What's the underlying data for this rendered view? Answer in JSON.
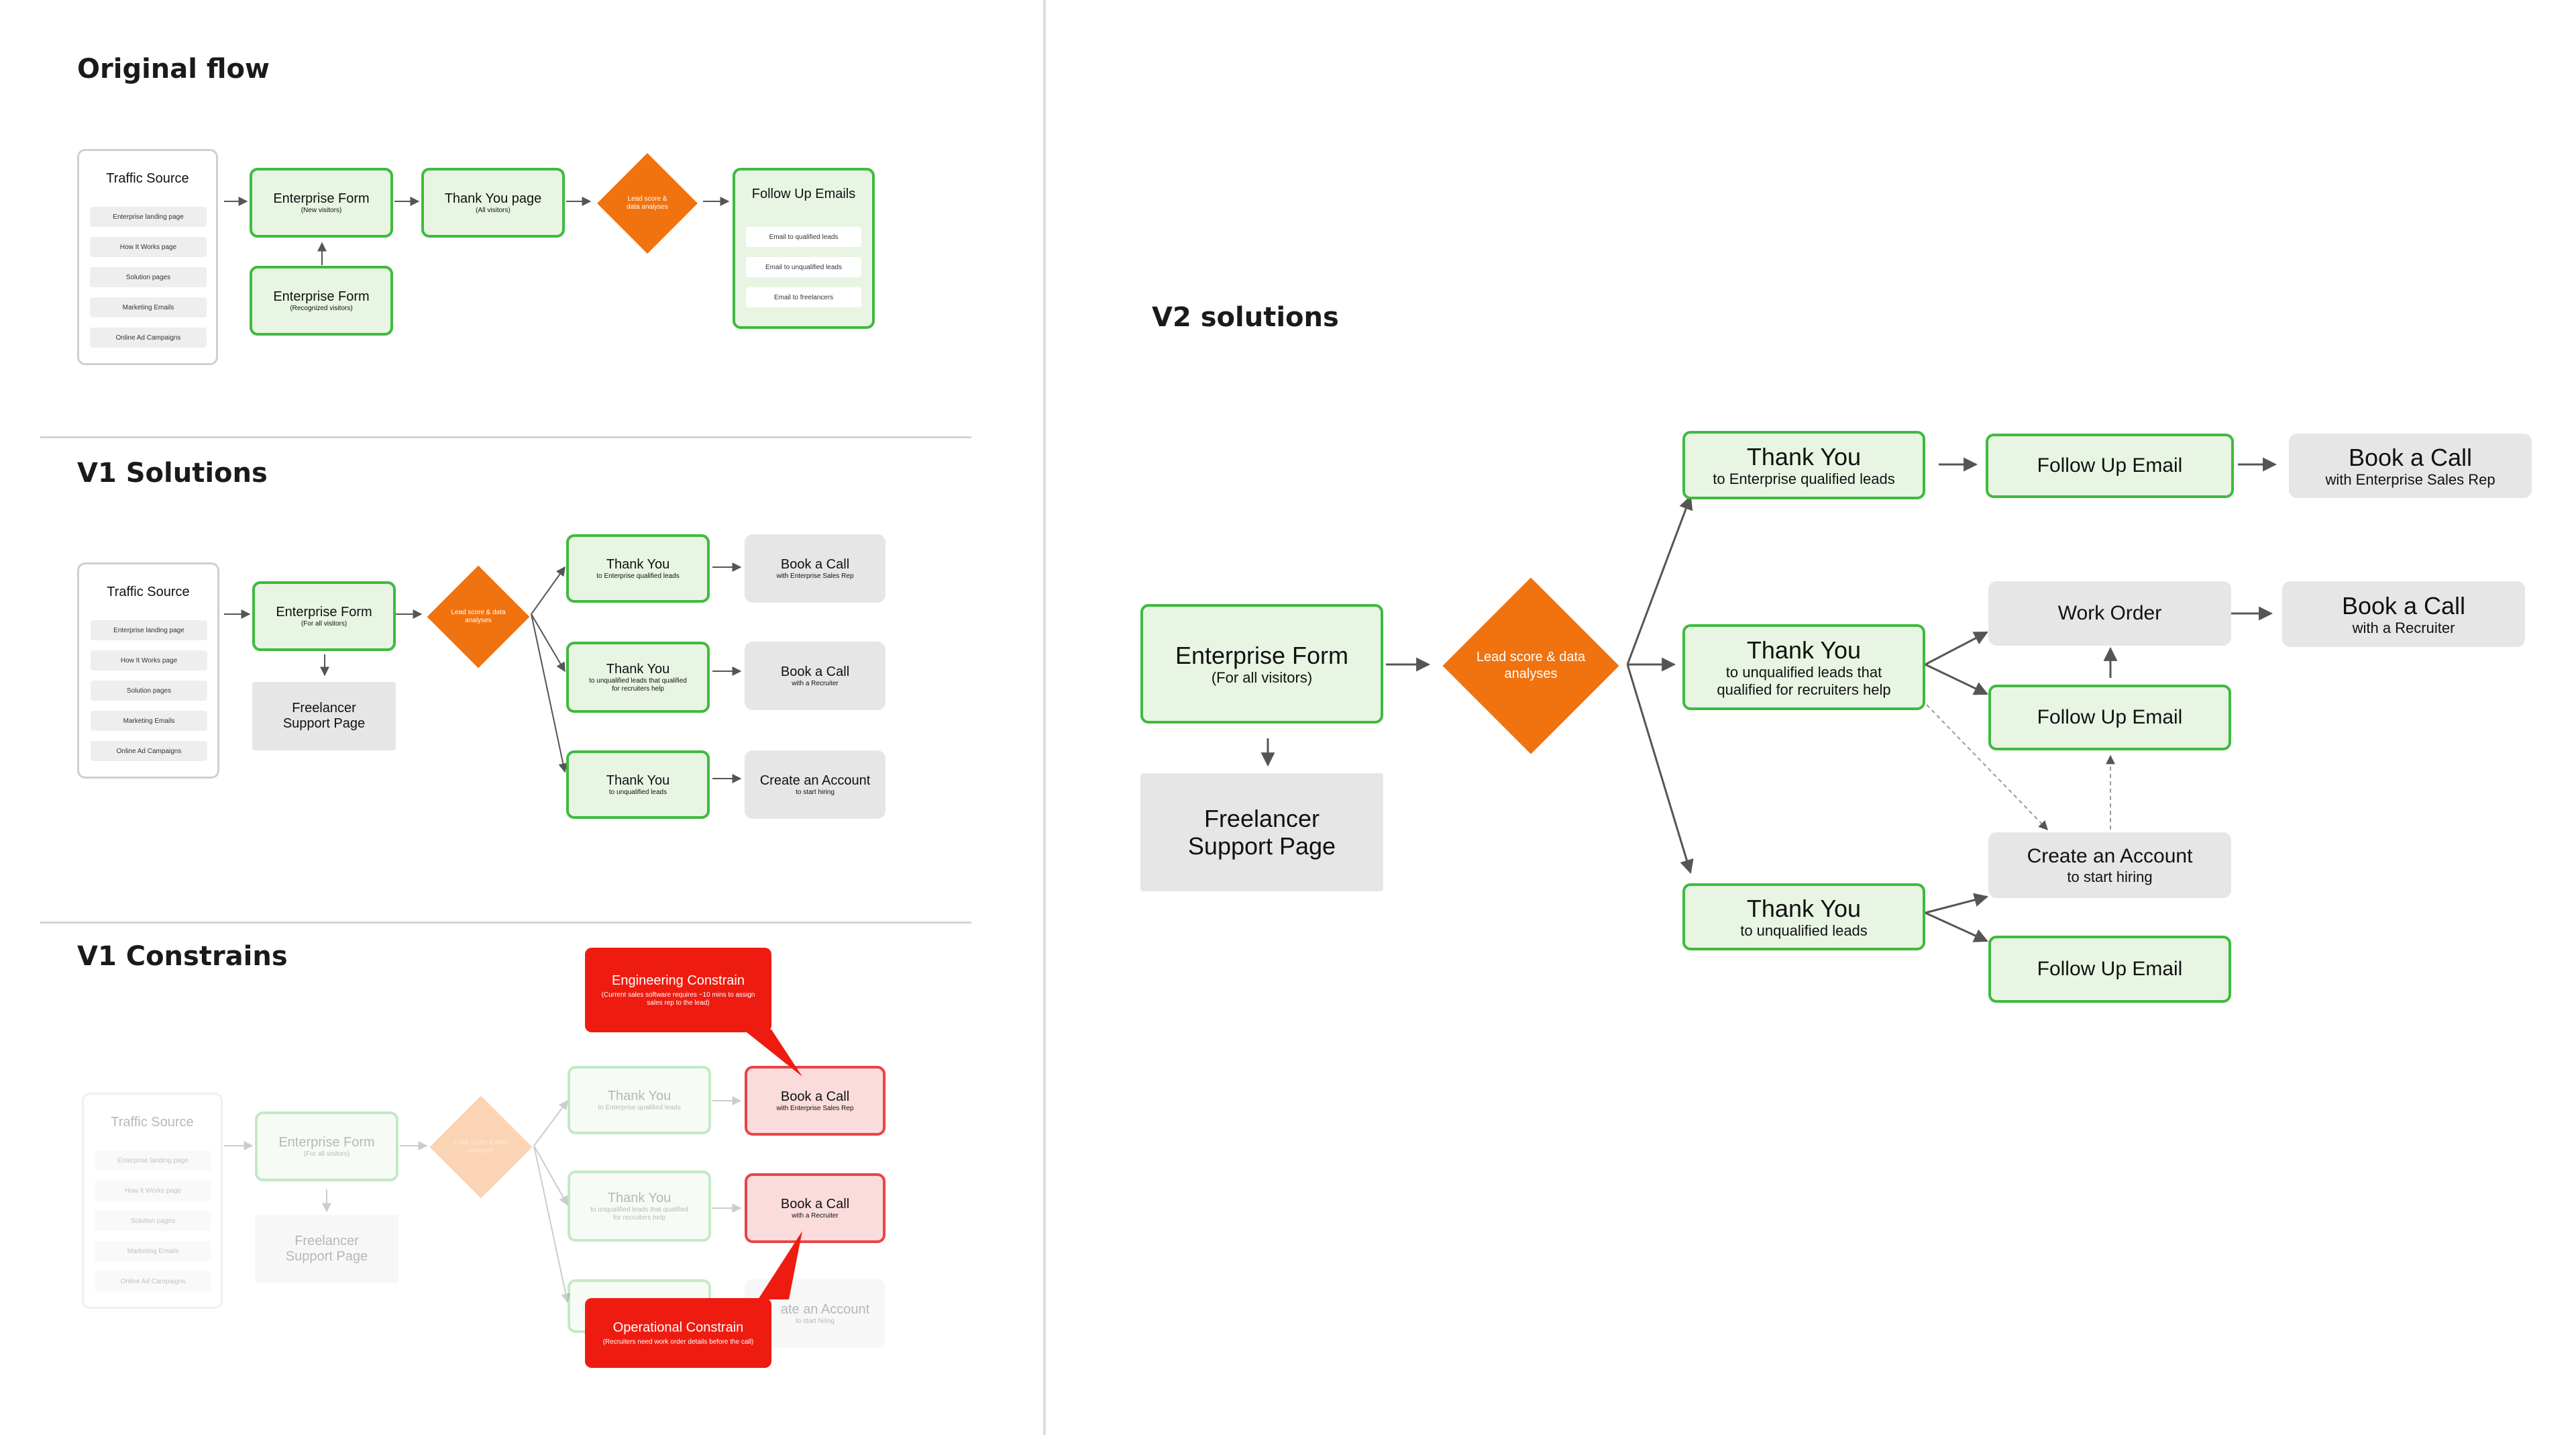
{
  "sections": {
    "original": "Original flow",
    "v1": "V1 Solutions",
    "v1c": "V1 Constrains",
    "v2": "V2 solutions"
  },
  "original": {
    "traffic_title": "Traffic Source",
    "traffic_items": [
      "Enterprise landing page",
      "How It Works page",
      "Solution pages",
      "Marketing Emails",
      "Online Ad Campaigns"
    ],
    "ef_new_title": "Enterprise Form",
    "ef_new_sub": "(New visitors)",
    "ef_rec_title": "Enterprise Form",
    "ef_rec_sub": "(Recognized visitors)",
    "thank_title": "Thank You page",
    "thank_sub": "(All visitors)",
    "diamond": "Lead score & data analyses",
    "emails_title": "Follow Up Emails",
    "email_items": [
      "Email to qualified leads",
      "Email to unqualified leads",
      "Email to freelancers"
    ]
  },
  "v1": {
    "traffic_title": "Traffic Source",
    "traffic_items": [
      "Enterprise landing page",
      "How It Works page",
      "Solution pages",
      "Marketing Emails",
      "Online Ad Campaigns"
    ],
    "ef_title": "Enterprise Form",
    "ef_sub": "(For all visitors)",
    "freelancer": "Freelancer Support Page",
    "diamond": "Lead score & data analyses",
    "ty1_title": "Thank You",
    "ty1_sub": "to Enterprise qualified leads",
    "ty2_title": "Thank You",
    "ty2_sub": "to unqualified leads that qualified for recruiters help",
    "ty3_title": "Thank You",
    "ty3_sub": "to unqualified leads",
    "bc1_title": "Book a Call",
    "bc1_sub": "with Enterprise Sales Rep",
    "bc2_title": "Book a Call",
    "bc2_sub": "with a Recruiter",
    "ca_title": "Create an Account",
    "ca_sub": "to start hiring"
  },
  "v1c": {
    "traffic_title": "Traffic Source",
    "traffic_items": [
      "Enterprise landing page",
      "How It Works page",
      "Solution pages",
      "Marketing Emails",
      "Online Ad Campaigns"
    ],
    "ef_title": "Enterprise Form",
    "ef_sub": "(For all visitors)",
    "freelancer": "Freelancer Support Page",
    "diamond": "Lead score & data analyses",
    "ty1_title": "Thank You",
    "ty1_sub": "to Enterprise qualified leads",
    "ty2_title": "Thank You",
    "ty2_sub": "to unqualified leads that qualified for recruiters help",
    "ca_title": "ate an Account",
    "ca_sub": "to start hiring",
    "bc1_title": "Book a Call",
    "bc1_sub": "with Enterprise Sales Rep",
    "bc2_title": "Book a Call",
    "bc2_sub": "with a Recruiter",
    "eng_title": "Engineering Constrain",
    "eng_sub": "(Current sales software requires ~10 mins to assign sales rep to the lead)",
    "op_title": "Operational Constrain",
    "op_sub": "(Recruiters need work order details before the call)"
  },
  "v2": {
    "ef_title": "Enterprise Form",
    "ef_sub": "(For all visitors)",
    "freelancer": "Freelancer Support Page",
    "diamond": "Lead score & data analyses",
    "ty1_title": "Thank You",
    "ty1_sub": "to Enterprise qualified leads",
    "ty2_title": "Thank You",
    "ty2_sub": "to unqualified leads that qualified for recruiters help",
    "ty3_title": "Thank You",
    "ty3_sub": "to unqualified leads",
    "fu1": "Follow Up Email",
    "fu2": "Follow Up Email",
    "fu3": "Follow Up Email",
    "work_order": "Work Order",
    "ca_title": "Create an Account",
    "ca_sub": "to start hiring",
    "bc1_title": "Book a Call",
    "bc1_sub": "with Enterprise Sales Rep",
    "bc2_title": "Book a Call",
    "bc2_sub": "with a Recruiter"
  },
  "colors": {
    "green_border": "#3fba3f",
    "green_fill": "#e8f5e3",
    "orange": "#f07310",
    "red": "#ee1c10",
    "gray_fill": "#e6e6e6"
  }
}
